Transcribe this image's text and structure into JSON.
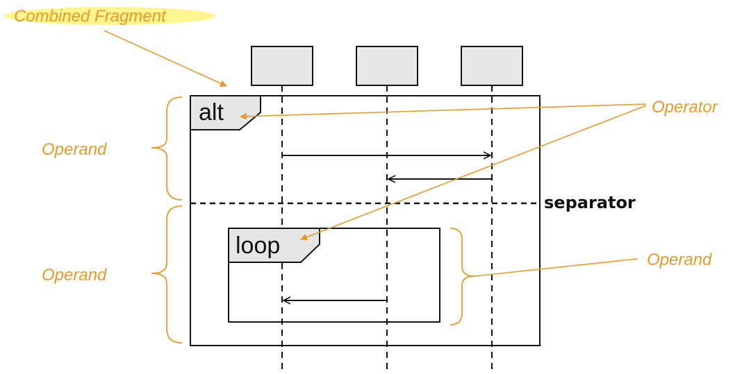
{
  "annotations": {
    "combined_fragment": "Combined Fragment",
    "operator": "Operator",
    "operand_top": "Operand",
    "operand_bottom": "Operand",
    "operand_right": "Operand",
    "separator": "separator"
  },
  "fragments": {
    "outer_operator": "alt",
    "inner_operator": "loop"
  },
  "colors": {
    "annotation": "#E39B2E",
    "highlight": "#FFF27A",
    "lifeline_box_fill": "#E8E8E8",
    "operator_tab_fill": "#E6E6E6",
    "line": "#111111"
  }
}
